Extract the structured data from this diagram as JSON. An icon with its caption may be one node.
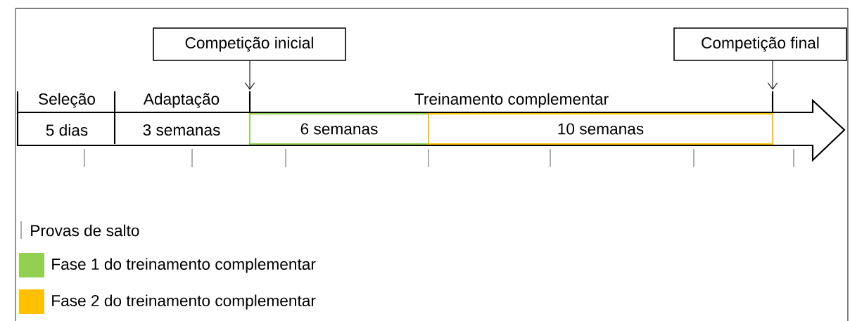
{
  "diagram": {
    "nodes": [
      {
        "text": [
          "Competição inicial"
        ]
      },
      {
        "text": [
          "Competição final"
        ]
      },
      {
        "text": [
          "6 semanas"
        ]
      },
      {
        "text": [
          "10 semanas"
        ]
      }
    ],
    "edges": [
      {
        "from": 0,
        "to": null,
        "arrow": "to"
      },
      {
        "from": 1,
        "to": null,
        "arrow": "to"
      }
    ],
    "labels": [
      "Seleção",
      "Adaptação",
      "Treinamento complementar",
      "5 dias",
      "3 semanas"
    ],
    "legend": [
      {
        "text": "Provas de salto"
      },
      {
        "text": "Fase 1 do treinamento complementar",
        "color": "#92d050"
      },
      {
        "text": "Fase 2 do treinamento complementar",
        "color": "#ffc000"
      }
    ]
  }
}
